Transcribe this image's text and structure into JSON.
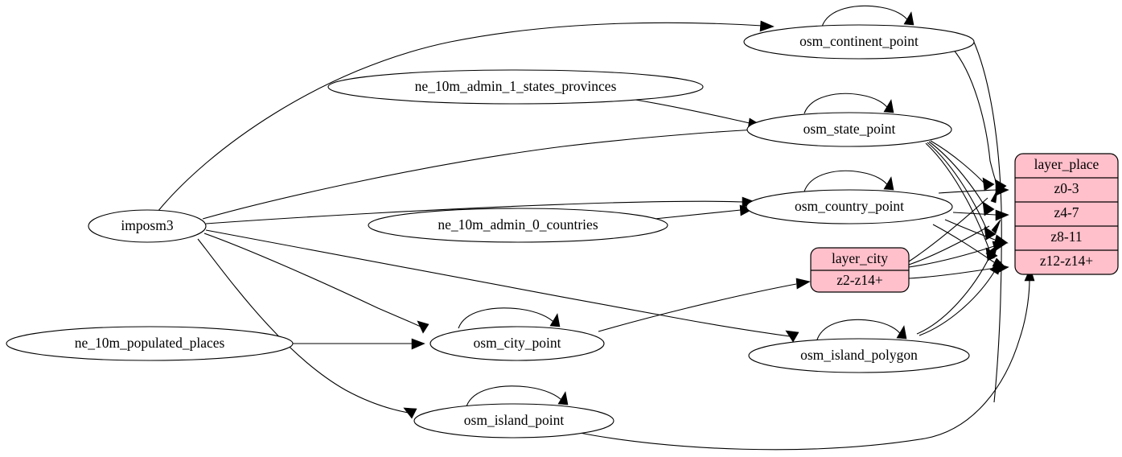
{
  "diagram": {
    "type": "directed-graph",
    "title": "",
    "background_color": "#ffffff",
    "edge_color": "#000000",
    "highlight_fill": "#ffc0cb"
  },
  "nodes": {
    "imposm3": {
      "label": "imposm3",
      "shape": "ellipse",
      "fill": "#ffffff"
    },
    "ne_states": {
      "label": "ne_10m_admin_1_states_provinces",
      "shape": "ellipse",
      "fill": "#ffffff"
    },
    "ne_countries": {
      "label": "ne_10m_admin_0_countries",
      "shape": "ellipse",
      "fill": "#ffffff"
    },
    "ne_populated": {
      "label": "ne_10m_populated_places",
      "shape": "ellipse",
      "fill": "#ffffff"
    },
    "osm_continent_point": {
      "label": "osm_continent_point",
      "shape": "ellipse",
      "fill": "#ffffff"
    },
    "osm_state_point": {
      "label": "osm_state_point",
      "shape": "ellipse",
      "fill": "#ffffff"
    },
    "osm_country_point": {
      "label": "osm_country_point",
      "shape": "ellipse",
      "fill": "#ffffff"
    },
    "osm_city_point": {
      "label": "osm_city_point",
      "shape": "ellipse",
      "fill": "#ffffff"
    },
    "osm_island_point": {
      "label": "osm_island_point",
      "shape": "ellipse",
      "fill": "#ffffff"
    },
    "osm_island_polygon": {
      "label": "osm_island_polygon",
      "shape": "ellipse",
      "fill": "#ffffff"
    },
    "layer_city": {
      "shape": "record",
      "fill": "#ffc0cb",
      "rows": [
        "layer_city",
        "z2-z14+"
      ]
    },
    "layer_place": {
      "shape": "record",
      "fill": "#ffc0cb",
      "rows": [
        "layer_place",
        "z0-3",
        "z4-7",
        "z8-11",
        "z12-z14+"
      ]
    }
  },
  "edges": [
    {
      "from": "imposm3",
      "to": "osm_continent_point"
    },
    {
      "from": "imposm3",
      "to": "osm_state_point"
    },
    {
      "from": "imposm3",
      "to": "osm_country_point"
    },
    {
      "from": "imposm3",
      "to": "osm_city_point"
    },
    {
      "from": "imposm3",
      "to": "osm_island_point"
    },
    {
      "from": "imposm3",
      "to": "osm_island_polygon"
    },
    {
      "from": "ne_states",
      "to": "osm_state_point"
    },
    {
      "from": "ne_countries",
      "to": "osm_country_point"
    },
    {
      "from": "ne_populated",
      "to": "osm_city_point"
    },
    {
      "from": "osm_continent_point",
      "to": "osm_continent_point"
    },
    {
      "from": "osm_state_point",
      "to": "osm_state_point"
    },
    {
      "from": "osm_country_point",
      "to": "osm_country_point"
    },
    {
      "from": "osm_city_point",
      "to": "osm_city_point"
    },
    {
      "from": "osm_island_point",
      "to": "osm_island_point"
    },
    {
      "from": "osm_island_polygon",
      "to": "osm_island_polygon"
    },
    {
      "from": "osm_continent_point",
      "to": "layer_place"
    },
    {
      "from": "osm_state_point",
      "to": "layer_place"
    },
    {
      "from": "osm_country_point",
      "to": "layer_place"
    },
    {
      "from": "osm_island_point",
      "to": "layer_place"
    },
    {
      "from": "osm_island_polygon",
      "to": "layer_place"
    },
    {
      "from": "layer_city",
      "to": "layer_place"
    },
    {
      "from": "osm_city_point",
      "to": "layer_city"
    }
  ]
}
